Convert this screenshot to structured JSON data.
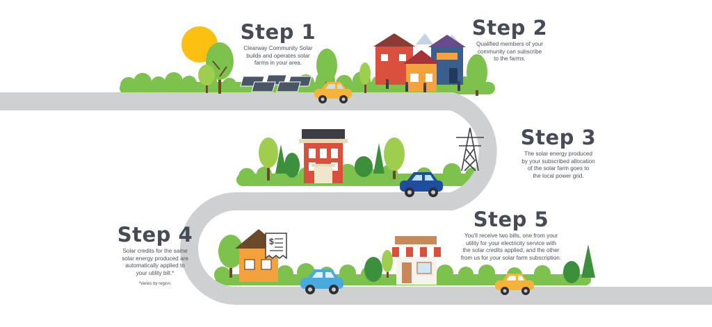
{
  "steps": [
    {
      "title": "Step 1",
      "text": "Clearway Community Solar\nbuilds and operates solar\nfarms in your area."
    },
    {
      "title": "Step 2",
      "text": "Qualified members of your\ncommunity can subscribe\nto the farms."
    },
    {
      "title": "Step 3",
      "text": "The solar energy produced\nby your subscribed allocation\nof the solar farm goes to\nthe local power grid."
    },
    {
      "title": "Step 4",
      "text": "Solar credits for the same\nsolar energy produced are\nautomatically applied to\nyour utility bill.*",
      "note": "*Varies by region."
    },
    {
      "title": "Step 5",
      "text": "You'll receive two bills, one from your\nutility for your electricity service with\nthe solar credits applied, and the other\nfrom us for your solar farm subscription."
    }
  ],
  "colors": {
    "road": "#cfd0d2",
    "sun": "#fcc110",
    "grass": "#7dc24c",
    "tree_light": "#9fce4f",
    "tree_dark": "#3c8f3b",
    "title_text": "#454b57",
    "car_orange": "#f6b33a",
    "car_blue": "#1f4ea1",
    "car_light_blue": "#4aa9df",
    "house_red": "#d9513c",
    "house_orange": "#f3a23d",
    "panel": "#4a5566"
  }
}
